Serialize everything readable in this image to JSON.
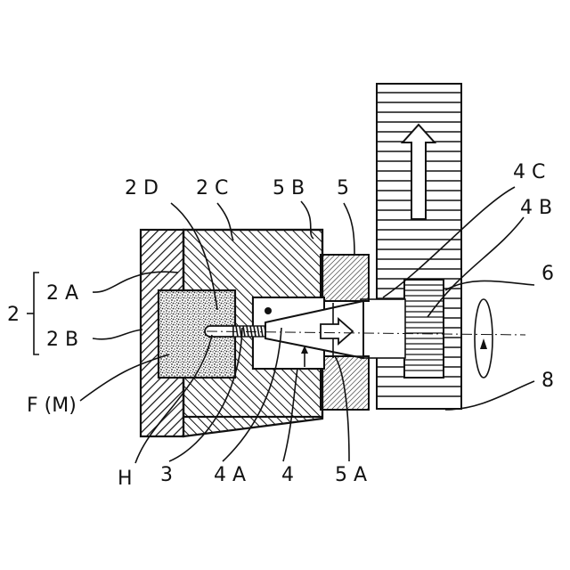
{
  "labels": {
    "part_2": "2",
    "part_2A": "2 A",
    "part_2B": "2 B",
    "part_2C": "2 C",
    "part_2D": "2 D",
    "part_3": "3",
    "part_4": "4",
    "part_4A": "4 A",
    "part_4B": "4 B",
    "part_4C": "4 C",
    "part_5": "5",
    "part_5A": "5 A",
    "part_5B": "5 B",
    "part_6": "6",
    "part_8": "8",
    "part_F": "F (M)",
    "part_H": "H"
  },
  "arrows": {
    "rack_motion": "up-arrow",
    "feed_motion": "right-arrow",
    "rotation": "rotation-arrow"
  }
}
